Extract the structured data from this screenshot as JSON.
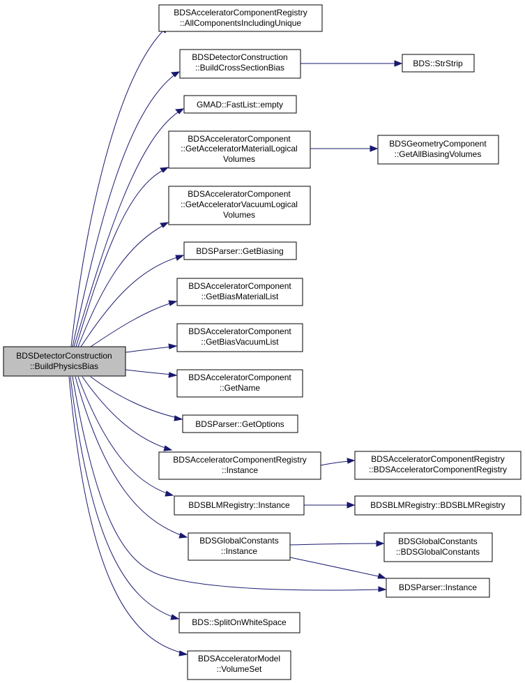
{
  "diagram": {
    "nodes": {
      "root": [
        "BDSDetectorConstruction",
        "::BuildPhysicsBias"
      ],
      "allComponents": [
        "BDSAcceleratorComponentRegistry",
        "::AllComponentsIncludingUnique"
      ],
      "buildCrossSection": [
        "BDSDetectorConstruction",
        "::BuildCrossSectionBias"
      ],
      "strStrip": [
        "BDS::StrStrip"
      ],
      "fastListEmpty": [
        "GMAD::FastList::empty"
      ],
      "getAccMatLogVol": [
        "BDSAcceleratorComponent",
        "::GetAcceleratorMaterialLogical",
        "Volumes"
      ],
      "getAllBiasingVol": [
        "BDSGeometryComponent",
        "::GetAllBiasingVolumes"
      ],
      "getAccVacLogVol": [
        "BDSAcceleratorComponent",
        "::GetAcceleratorVacuumLogical",
        "Volumes"
      ],
      "parserGetBiasing": [
        "BDSParser::GetBiasing"
      ],
      "getBiasMatList": [
        "BDSAcceleratorComponent",
        "::GetBiasMaterialList"
      ],
      "getBiasVacList": [
        "BDSAcceleratorComponent",
        "::GetBiasVacuumList"
      ],
      "getName": [
        "BDSAcceleratorComponent",
        "::GetName"
      ],
      "parserGetOptions": [
        "BDSParser::GetOptions"
      ],
      "regInstance": [
        "BDSAcceleratorComponentRegistry",
        "::Instance"
      ],
      "regCtor": [
        "BDSAcceleratorComponentRegistry",
        "::BDSAcceleratorComponentRegistry"
      ],
      "blmInstance": [
        "BDSBLMRegistry::Instance"
      ],
      "blmCtor": [
        "BDSBLMRegistry::BDSBLMRegistry"
      ],
      "gcInstance": [
        "BDSGlobalConstants",
        "::Instance"
      ],
      "gcCtor": [
        "BDSGlobalConstants",
        "::BDSGlobalConstants"
      ],
      "parserInstance": [
        "BDSParser::Instance"
      ],
      "splitWhite": [
        "BDS::SplitOnWhiteSpace"
      ],
      "volumeSet": [
        "BDSAcceleratorModel",
        "::VolumeSet"
      ]
    }
  }
}
